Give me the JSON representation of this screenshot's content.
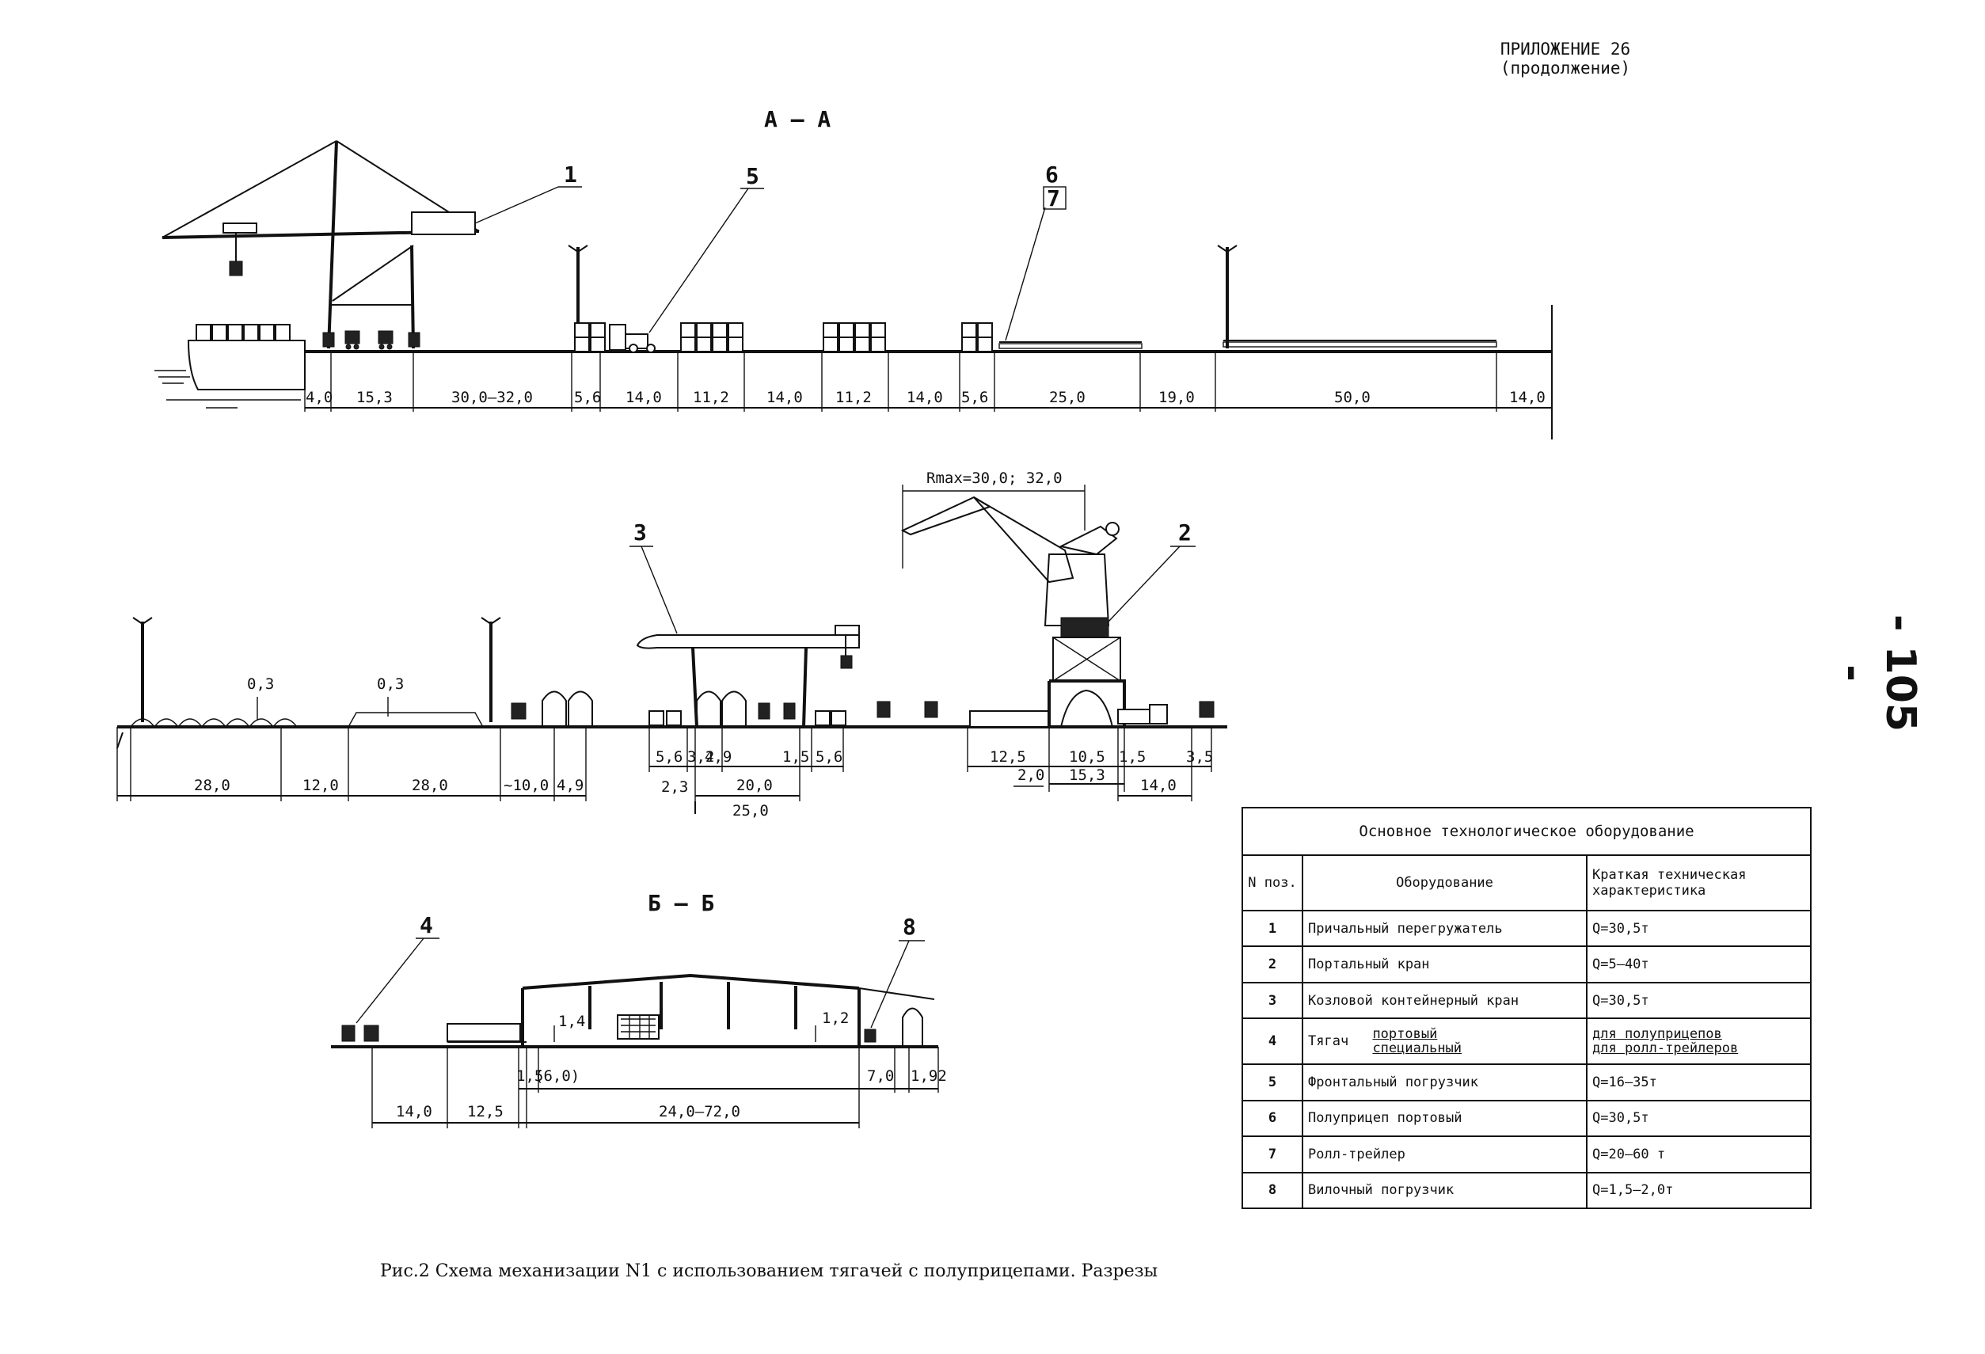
{
  "header": {
    "appendix": "ПРИЛОЖЕНИЕ 26",
    "continuation": "(продолжение)",
    "page_number": "- 105 -"
  },
  "section_aa": {
    "title": "А — А",
    "labels": [
      "1",
      "5",
      "6",
      "7"
    ],
    "dims": [
      "4,0",
      "15,3",
      "30,0–32,0",
      "5,6",
      "14,0",
      "11,2",
      "14,0",
      "11,2",
      "14,0",
      "5,6",
      "25,0",
      "19,0",
      "50,0",
      "14,0"
    ]
  },
  "section_middle": {
    "labels": [
      "3",
      "2"
    ],
    "rmax": "Rmax=30,0; 32,0",
    "heights": [
      "0,3",
      "0,3"
    ],
    "dims_left": [
      "28,0",
      "12,0",
      "28,0",
      "~10,0",
      "4,9"
    ],
    "dims_gantry": [
      "5,6",
      "3,2",
      "4,9",
      "1,5",
      "5,6",
      "2,3",
      "20,0",
      "25,0"
    ],
    "dims_portal": [
      "12,5",
      "10,5",
      "1,5",
      "3,5",
      "2,0",
      "15,3",
      "14,0"
    ]
  },
  "section_bb": {
    "title": "Б — Б",
    "labels": [
      "4",
      "8"
    ],
    "heights": [
      "1,4",
      "1,2"
    ],
    "dims": [
      "14,0",
      "12,5",
      "1,5",
      "(6,0)",
      "24,0–72,0",
      "7,0",
      "1,92"
    ]
  },
  "table": {
    "title": "Основное технологическое оборудование",
    "col_num": "N поз.",
    "col_equipment": "Оборудование",
    "col_spec": "Краткая техническая характеристика",
    "rows": [
      {
        "n": "1",
        "equipment": "Причальный перегружатель",
        "spec": "Q=30,5т"
      },
      {
        "n": "2",
        "equipment": "Портальный кран",
        "spec": "Q=5–40т"
      },
      {
        "n": "3",
        "equipment": "Козловой контейнерный кран",
        "spec": "Q=30,5т"
      },
      {
        "n": "4",
        "equipment": "Тягач",
        "equipment_a": "портовый",
        "equipment_b": "специальный",
        "spec": "для полуприцепов",
        "spec_b": "для ролл-трейлеров"
      },
      {
        "n": "5",
        "equipment": "Фронтальный погрузчик",
        "spec": "Q=16–35т"
      },
      {
        "n": "6",
        "equipment": "Полуприцеп портовый",
        "spec": "Q=30,5т"
      },
      {
        "n": "7",
        "equipment": "Ролл-трейлер",
        "spec": "Q=20–60 т"
      },
      {
        "n": "8",
        "equipment": "Вилочный погрузчик",
        "spec": "Q=1,5–2,0т"
      }
    ]
  },
  "caption": "Рис.2 Схема механизации N1 с использованием тягачей с полуприцепами. Разрезы"
}
